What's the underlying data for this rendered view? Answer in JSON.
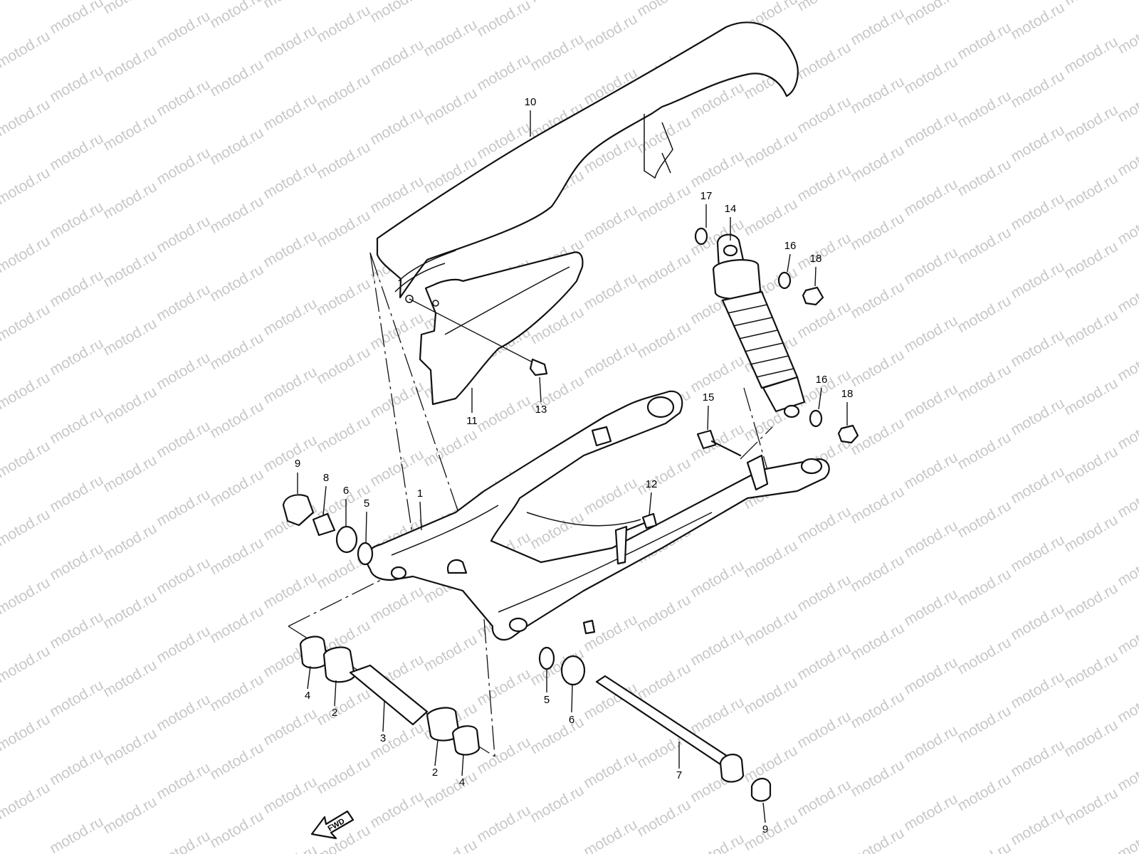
{
  "watermark": {
    "text": "motod.ru"
  },
  "fwd_label": "FWD",
  "callouts": [
    {
      "id": "c10",
      "label": "10"
    },
    {
      "id": "c11",
      "label": "11"
    },
    {
      "id": "c13",
      "label": "13"
    },
    {
      "id": "c17",
      "label": "17"
    },
    {
      "id": "c14",
      "label": "14"
    },
    {
      "id": "c16a",
      "label": "16"
    },
    {
      "id": "c18a",
      "label": "18"
    },
    {
      "id": "c16b",
      "label": "16"
    },
    {
      "id": "c18b",
      "label": "18"
    },
    {
      "id": "c15",
      "label": "15"
    },
    {
      "id": "c12",
      "label": "12"
    },
    {
      "id": "c9a",
      "label": "9"
    },
    {
      "id": "c8",
      "label": "8"
    },
    {
      "id": "c6a",
      "label": "6"
    },
    {
      "id": "c5a",
      "label": "5"
    },
    {
      "id": "c1",
      "label": "1"
    },
    {
      "id": "c4a",
      "label": "4"
    },
    {
      "id": "c2a",
      "label": "2"
    },
    {
      "id": "c3",
      "label": "3"
    },
    {
      "id": "c2b",
      "label": "2"
    },
    {
      "id": "c4b",
      "label": "4"
    },
    {
      "id": "c5b",
      "label": "5"
    },
    {
      "id": "c6b",
      "label": "6"
    },
    {
      "id": "c7",
      "label": "7"
    },
    {
      "id": "c9b",
      "label": "9"
    }
  ]
}
